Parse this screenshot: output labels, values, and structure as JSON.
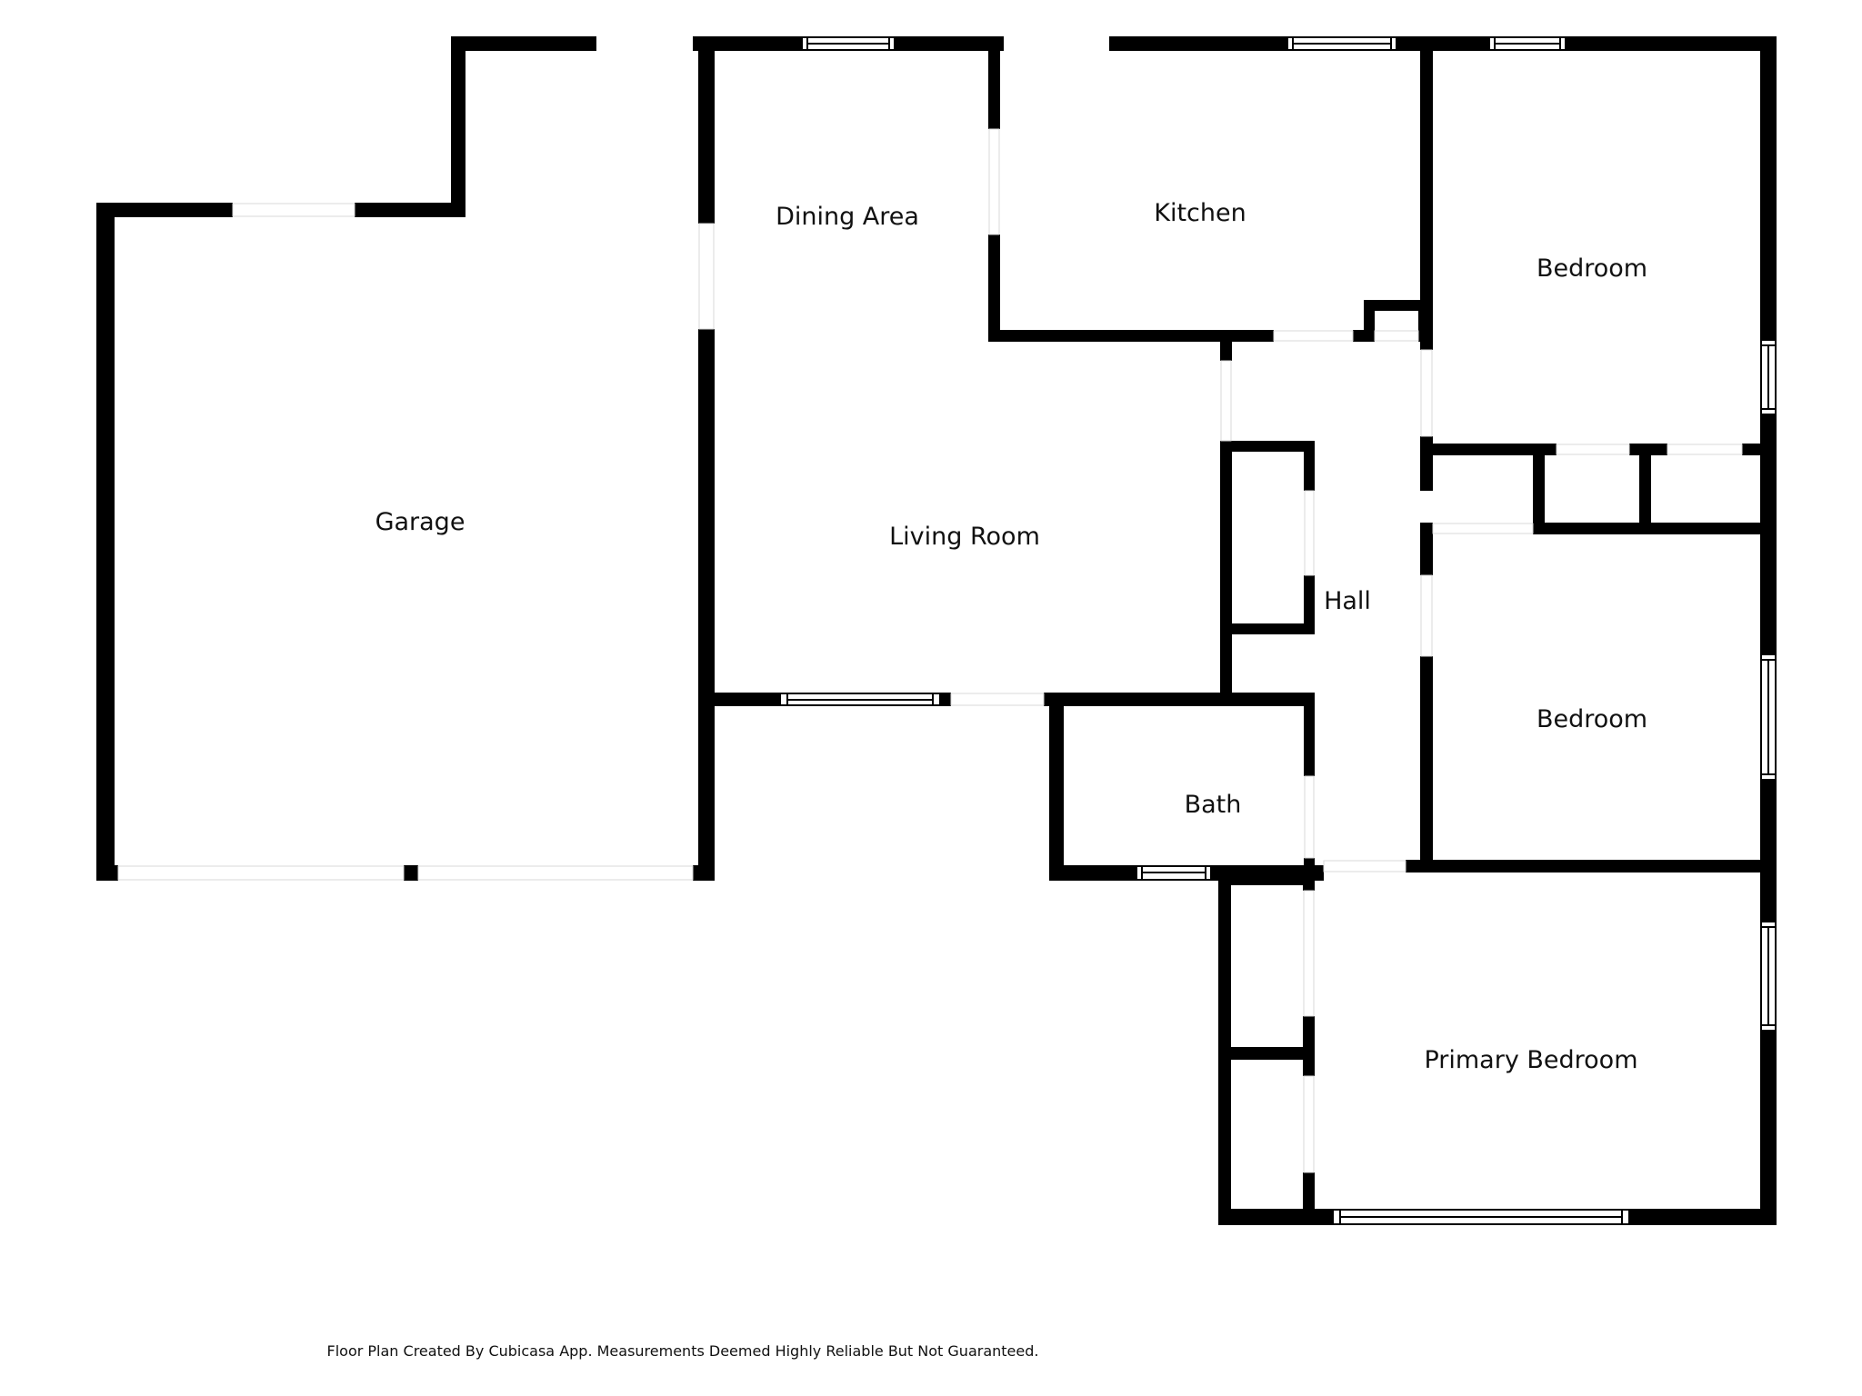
{
  "rooms": {
    "garage": "Garage",
    "dining_area": "Dining Area",
    "kitchen": "Kitchen",
    "living_room": "Living Room",
    "bedroom_upper": "Bedroom",
    "bedroom_middle": "Bedroom",
    "hall": "Hall",
    "bath": "Bath",
    "primary_bedroom": "Primary Bedroom"
  },
  "footer": "Floor Plan Created By Cubicasa App. Measurements Deemed Highly Reliable But Not Guaranteed.",
  "colors": {
    "wall": "#000000",
    "background": "#ffffff",
    "opening": "#d8d8d8"
  }
}
